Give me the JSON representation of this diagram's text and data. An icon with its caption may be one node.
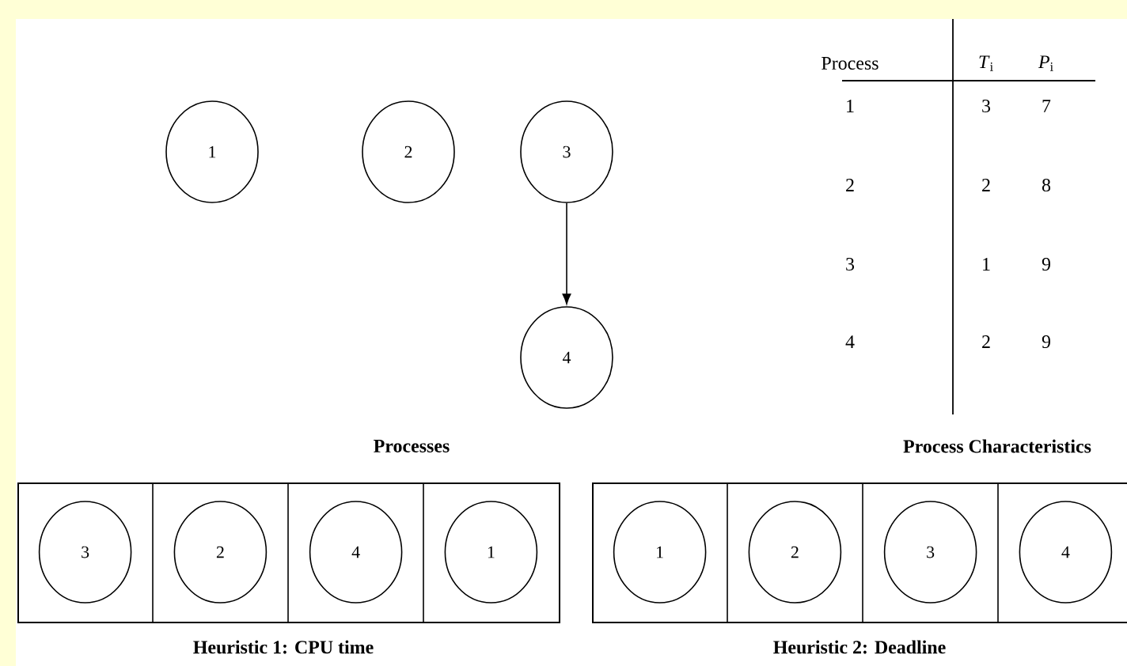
{
  "diagram": {
    "nodes": [
      {
        "text": [
          "1"
        ]
      },
      {
        "text": [
          "2"
        ]
      },
      {
        "text": [
          "3"
        ]
      },
      {
        "text": [
          "4"
        ]
      },
      {
        "text": [],
        "shape": "box",
        "beside": [
          "Heuristic 1: CPU time"
        ]
      },
      {
        "text": [
          "3"
        ],
        "in": 4
      },
      {
        "text": [
          "2"
        ],
        "in": 4
      },
      {
        "text": [
          "4"
        ],
        "in": 4
      },
      {
        "text": [
          "1"
        ],
        "in": 4
      },
      {
        "text": [],
        "shape": "box",
        "beside": [
          "Heuristic 2: Deadline"
        ]
      },
      {
        "text": [
          "1"
        ],
        "in": 9
      },
      {
        "text": [
          "2"
        ],
        "in": 9
      },
      {
        "text": [
          "3"
        ],
        "in": 9
      },
      {
        "text": [
          "4"
        ],
        "in": 9
      }
    ],
    "edges": [
      {
        "from": 2,
        "to": 3,
        "arrow": "to"
      }
    ],
    "labels": [
      "Process",
      "*T*$_{i}$",
      "*P*$_{i}$",
      "1",
      "3",
      "7",
      "2",
      "2",
      "8",
      "3",
      "1",
      "9",
      "4",
      "2",
      "9",
      "Processes",
      "Process Characteristics"
    ]
  }
}
